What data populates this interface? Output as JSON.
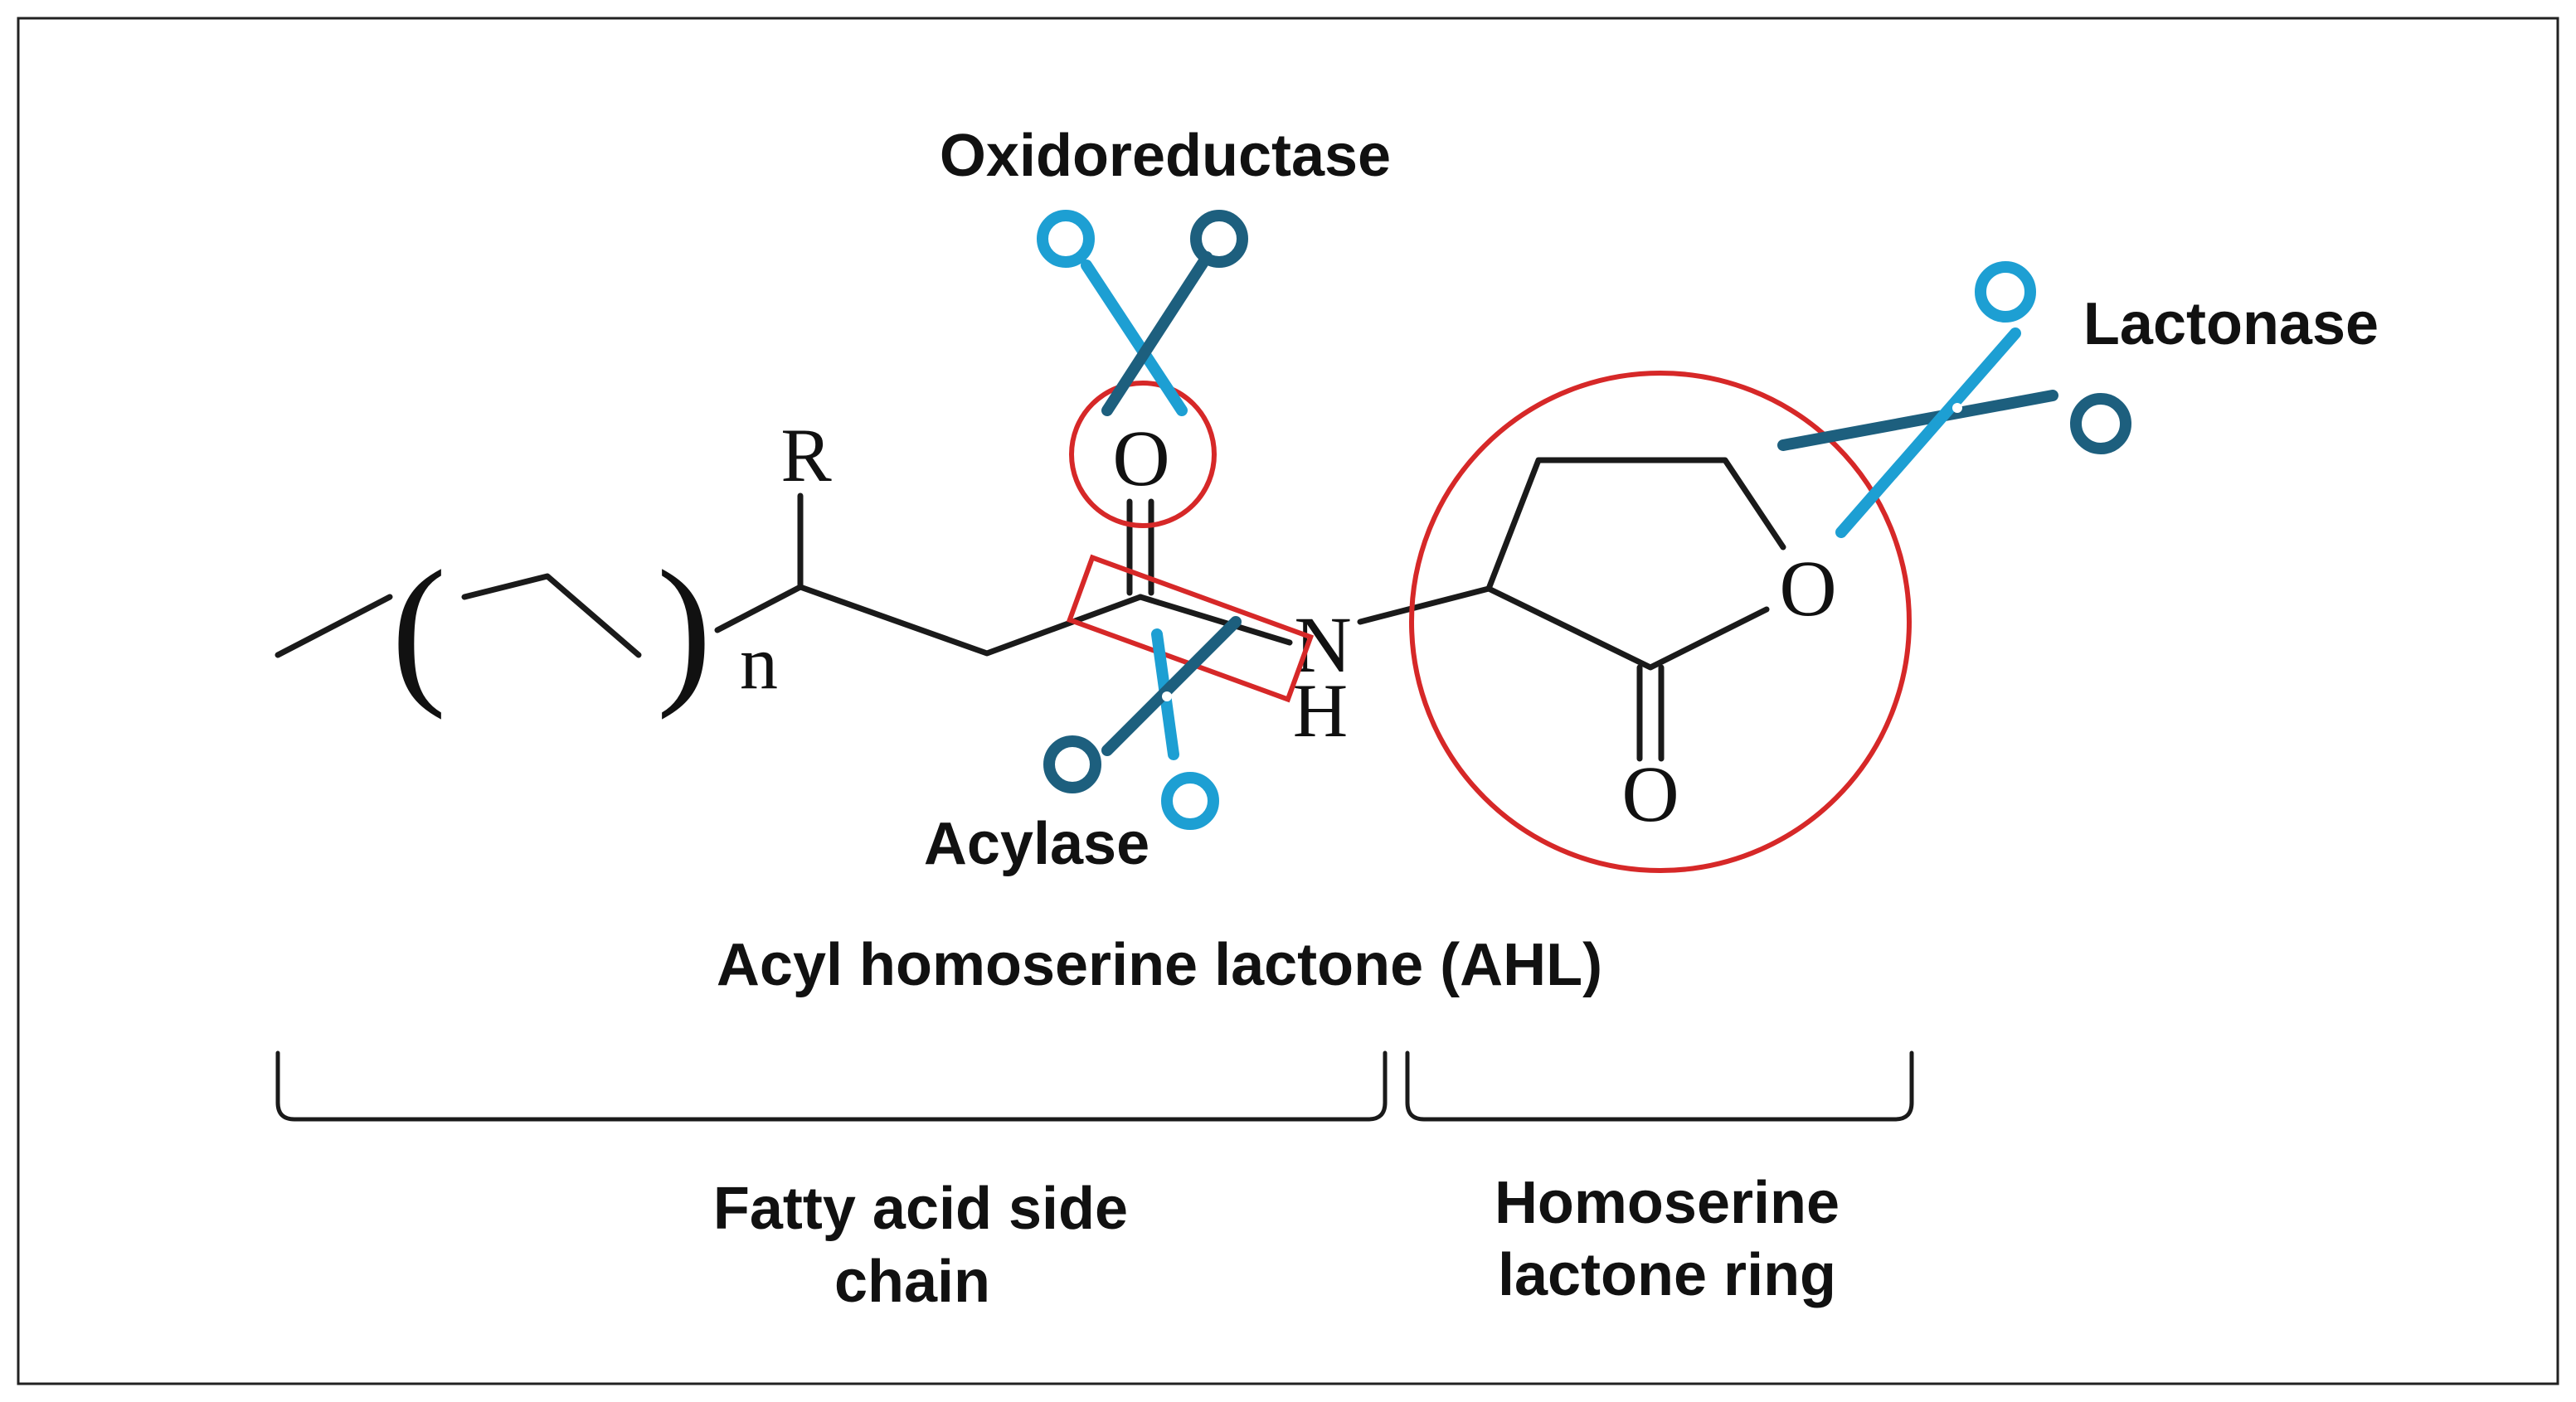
{
  "labels": {
    "oxidoreductase": "Oxidoreductase",
    "lactonase": "Lactonase",
    "acylase": "Acylase",
    "molecule_name": "Acyl homoserine lactone (AHL)",
    "fatty_acid_line1": "Fatty acid side",
    "fatty_acid_line2": "chain",
    "homoserine_line1": "Homoserine",
    "homoserine_line2": "lactone ring"
  },
  "atoms": {
    "r_group": "R",
    "repeat_n": "n",
    "carbonyl_oxygen": "O",
    "amide_nitrogen": "N",
    "amide_hydrogen": "H",
    "ring_oxygen": "O",
    "lactone_carbonyl_oxygen": "O",
    "paren_open": "(",
    "paren_close": ")"
  },
  "colors": {
    "scissors_dark": "#1d5f7e",
    "scissors_light": "#1d9fd3",
    "highlight_red": "#d62828",
    "frame": "#222222"
  },
  "icons": {
    "scissors": "scissors-icon"
  }
}
